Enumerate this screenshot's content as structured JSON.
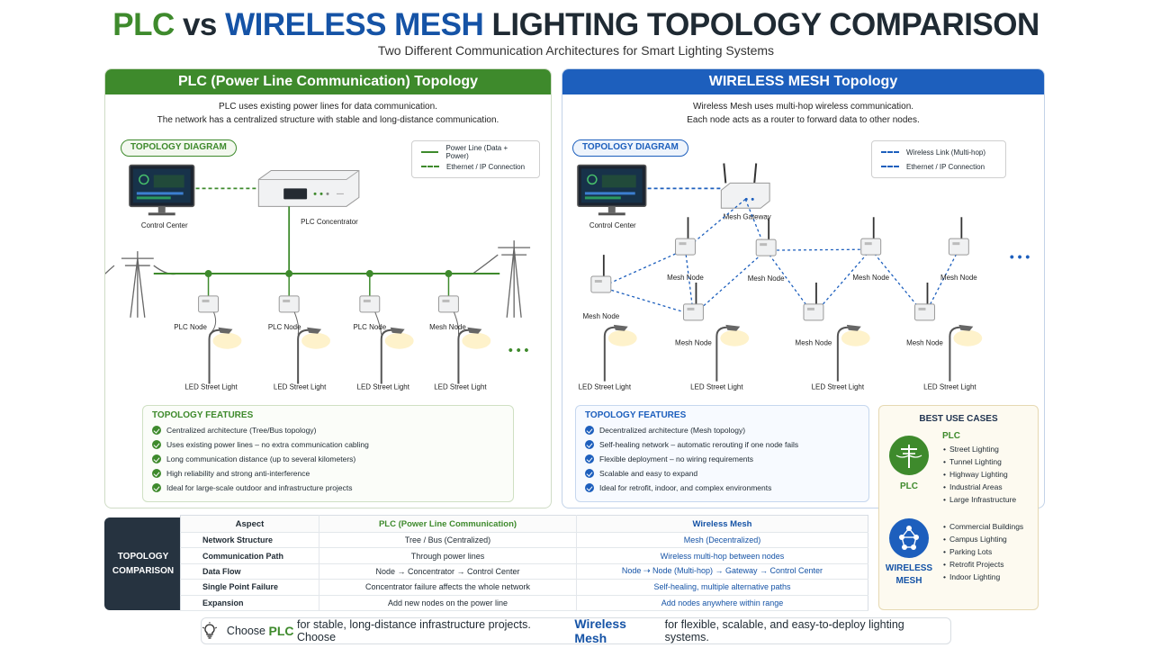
{
  "header": {
    "title_plc": "PLC",
    "title_vs": "vs",
    "title_mesh": "WIRELESS MESH",
    "title_rest": "LIGHTING TOPOLOGY COMPARISON",
    "subtitle": "Two Different Communication Architectures for Smart Lighting Systems"
  },
  "plc": {
    "heading": "PLC (Power Line Communication) Topology",
    "desc_line1": "PLC uses existing power lines for data communication.",
    "desc_line2": "The network has a centralized structure with stable and long-distance communication.",
    "diagram_label": "TOPOLOGY DIAGRAM",
    "legend": [
      "Power Line (Data + Power)",
      "Ethernet / IP Connection"
    ],
    "labels": {
      "control_center": "Control Center",
      "concentrator": "PLC Concentrator",
      "plc_node": "PLC Node",
      "mesh_node": "Mesh Node",
      "street_light": "LED Street Light",
      "more": "• • •"
    },
    "features_title": "TOPOLOGY FEATURES",
    "features": [
      "Centralized architecture (Tree/Bus topology)",
      "Uses existing power lines – no extra communication cabling",
      "Long communication distance (up to several kilometers)",
      "High reliability and strong anti-interference",
      "Ideal for large-scale outdoor and infrastructure projects"
    ]
  },
  "mesh": {
    "heading": "WIRELESS MESH Topology",
    "desc_line1": "Wireless Mesh uses multi-hop wireless communication.",
    "desc_line2": "Each node acts as a router to forward data to other nodes.",
    "diagram_label": "TOPOLOGY DIAGRAM",
    "legend": [
      "Wireless Link (Multi-hop)",
      "Ethernet / IP Connection"
    ],
    "labels": {
      "control_center": "Control Center",
      "gateway": "Mesh Gateway",
      "mesh_node": "Mesh Node",
      "street_light": "LED Street Light",
      "more": "• • •"
    },
    "features_title": "TOPOLOGY FEATURES",
    "features": [
      "Decentralized architecture (Mesh topology)",
      "Self-healing network – automatic rerouting if one node fails",
      "Flexible deployment – no wiring requirements",
      "Scalable and easy to expand",
      "Ideal for retrofit, indoor, and complex environments"
    ]
  },
  "use_cases": {
    "title": "BEST USE CASES",
    "plc_label": "PLC",
    "plc_heading": "PLC",
    "plc_items": [
      "Street Lighting",
      "Tunnel Lighting",
      "Highway Lighting",
      "Industrial Areas",
      "Large Infrastructure"
    ],
    "mesh_label_1": "WIRELESS",
    "mesh_label_2": "MESH",
    "mesh_items": [
      "Commercial Buildings",
      "Campus Lighting",
      "Parking Lots",
      "Retrofit Projects",
      "Indoor Lighting"
    ]
  },
  "comparison": {
    "label_1": "TOPOLOGY",
    "label_2": "COMPARISON",
    "headers": [
      "Aspect",
      "PLC (Power Line Communication)",
      "Wireless Mesh"
    ],
    "rows": [
      [
        "Network Structure",
        "Tree / Bus (Centralized)",
        "Mesh (Decentralized)"
      ],
      [
        "Communication Path",
        "Through power lines",
        "Wireless multi-hop between nodes"
      ],
      [
        "Data Flow",
        "Node → Concentrator → Control Center",
        "Node ⇢ Node (Multi-hop) → Gateway → Control Center"
      ],
      [
        "Single Point Failure",
        "Concentrator failure affects the whole network",
        "Self-healing, multiple alternative paths"
      ],
      [
        "Expansion",
        "Add new nodes on the power line",
        "Add nodes anywhere within range"
      ]
    ]
  },
  "footer": {
    "part1": "Choose",
    "plc": "PLC",
    "part2": "for stable, long-distance infrastructure projects. Choose",
    "mesh": "Wireless Mesh",
    "part3": "for flexible, scalable, and easy-to-deploy lighting systems."
  },
  "colors": {
    "plc_green": "#3e8a2c",
    "mesh_blue": "#1d5fbd",
    "dark": "#1f2a33"
  }
}
